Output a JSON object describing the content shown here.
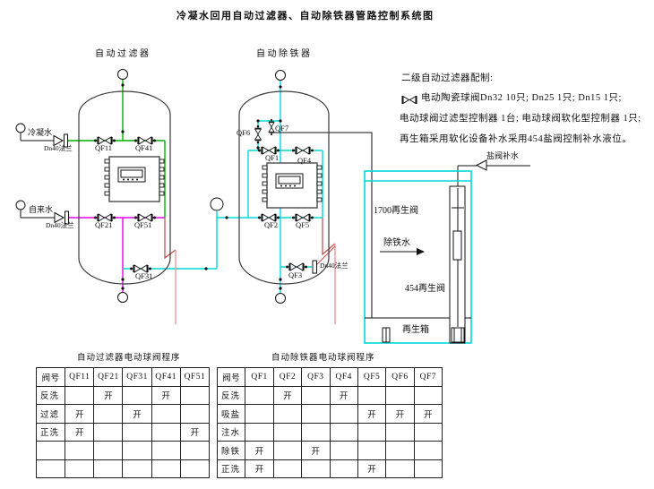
{
  "title": "冷凝水回用自动过滤器、自动除铁器管路控制系统图",
  "units": {
    "filter": "自动过滤器",
    "iron": "自动除铁器"
  },
  "notes": {
    "heading": "二级自动过滤器配制:",
    "l1": "电动陶瓷球阀Dn32 10只; Dn25 1只; Dn15 1只;",
    "l2": "电动球阀过滤型控制器 1台; 电动球阀软化型控制器 1只;",
    "l3": "再生箱采用软化设备补水采用454盐阀控制补水液位。"
  },
  "inlets": {
    "condensate": "冷凝水",
    "tap": "自来水",
    "flange": "Dn40法兰"
  },
  "valves": {
    "qf11": "QF11",
    "qf21": "QF21",
    "qf31": "QF31",
    "qf41": "QF41",
    "qf51": "QF51",
    "qf1": "QF1",
    "qf2": "QF2",
    "qf3": "QF3",
    "qf4": "QF4",
    "qf5": "QF5",
    "qf6": "QF6",
    "qf7": "QF7"
  },
  "regen": {
    "v1700": "1700再生阀",
    "iron_water": "除铁水",
    "v454": "454再生阀",
    "box": "再生箱",
    "salt": "盐阀补水"
  },
  "colors": {
    "green": "#00b000",
    "magenta": "#e800e8",
    "cyan": "#00d8d8",
    "red": "#c04848",
    "salmon": "#e89898"
  },
  "tables": [
    {
      "title": "自动过滤器电动球阀程序",
      "headers": [
        "阀号",
        "QF11",
        "QF21",
        "QF31",
        "QF41",
        "QF51"
      ],
      "rows": [
        [
          "反洗",
          "",
          "开",
          "",
          "开",
          ""
        ],
        [
          "过滤",
          "开",
          "",
          "开",
          "",
          ""
        ],
        [
          "正洗",
          "开",
          "",
          "",
          "",
          "开"
        ],
        [
          "",
          "",
          "",
          "",
          "",
          ""
        ],
        [
          "",
          "",
          "",
          "",
          "",
          ""
        ]
      ]
    },
    {
      "title": "自动除铁器电动球阀程序",
      "headers": [
        "阀号",
        "QF1",
        "QF2",
        "QF3",
        "QF4",
        "QF5",
        "QF6",
        "QF7"
      ],
      "rows": [
        [
          "反洗",
          "",
          "开",
          "",
          "开",
          "",
          "",
          ""
        ],
        [
          "吸盐",
          "",
          "",
          "",
          "",
          "开",
          "开",
          "开"
        ],
        [
          "注水",
          "",
          "",
          "",
          "",
          "",
          "",
          ""
        ],
        [
          "除铁",
          "开",
          "",
          "开",
          "",
          "",
          "",
          ""
        ],
        [
          "正洗",
          "开",
          "",
          "",
          "",
          "开",
          "",
          ""
        ]
      ]
    }
  ]
}
